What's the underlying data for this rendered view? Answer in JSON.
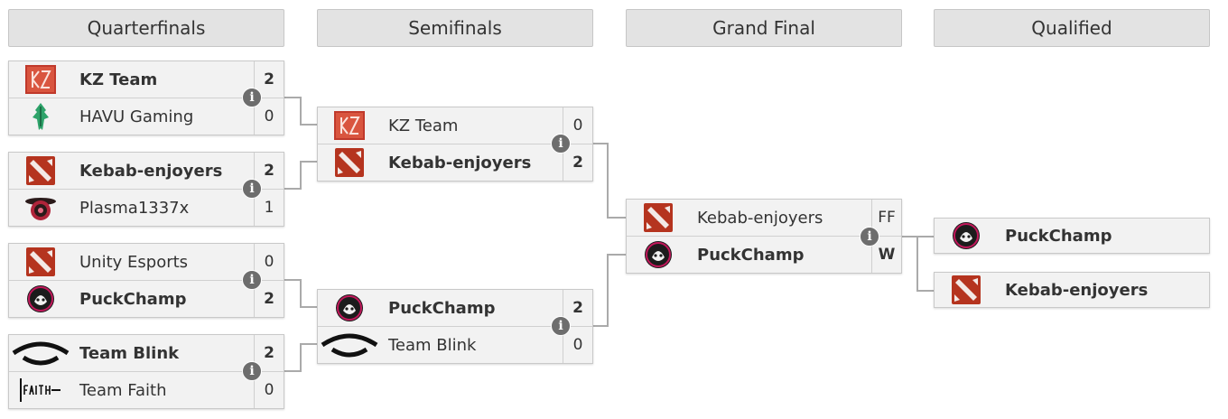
{
  "headers": {
    "quarterfinals": "Quarterfinals",
    "semifinals": "Semifinals",
    "grand_final": "Grand Final",
    "qualified": "Qualified"
  },
  "info_glyph": "i",
  "colors": {
    "header_bg": "#e3e3e3",
    "row_bg": "#f2f2f2",
    "connector": "#aaaaaa",
    "info_icon": "#6d6d6d",
    "dota_red": "#b5341f"
  },
  "quarterfinals": [
    {
      "teams": [
        {
          "name": "KZ Team",
          "score": "2",
          "logo": "kz-logo-icon",
          "winner": true
        },
        {
          "name": "HAVU Gaming",
          "score": "0",
          "logo": "havu-logo-icon",
          "winner": false
        }
      ]
    },
    {
      "teams": [
        {
          "name": "Kebab-enjoyers",
          "score": "2",
          "logo": "dota-logo-icon",
          "winner": true
        },
        {
          "name": "Plasma1337x",
          "score": "1",
          "logo": "plasma-logo-icon",
          "winner": false
        }
      ]
    },
    {
      "teams": [
        {
          "name": "Unity Esports",
          "score": "0",
          "logo": "dota-logo-icon",
          "winner": false
        },
        {
          "name": "PuckChamp",
          "score": "2",
          "logo": "puckchamp-logo-icon",
          "winner": true
        }
      ]
    },
    {
      "teams": [
        {
          "name": "Team Blink",
          "score": "2",
          "logo": "blink-logo-icon",
          "winner": true
        },
        {
          "name": "Team Faith",
          "score": "0",
          "logo": "faith-logo-icon",
          "winner": false
        }
      ]
    }
  ],
  "semifinals": [
    {
      "teams": [
        {
          "name": "KZ Team",
          "score": "0",
          "logo": "kz-logo-icon",
          "winner": false
        },
        {
          "name": "Kebab-enjoyers",
          "score": "2",
          "logo": "dota-logo-icon",
          "winner": true
        }
      ]
    },
    {
      "teams": [
        {
          "name": "PuckChamp",
          "score": "2",
          "logo": "puckchamp-logo-icon",
          "winner": true
        },
        {
          "name": "Team Blink",
          "score": "0",
          "logo": "blink-logo-icon",
          "winner": false
        }
      ]
    }
  ],
  "grand_final": {
    "teams": [
      {
        "name": "Kebab-enjoyers",
        "score": "FF",
        "logo": "dota-logo-icon",
        "winner": false
      },
      {
        "name": "PuckChamp",
        "score": "W",
        "logo": "puckchamp-logo-icon",
        "winner": true
      }
    ]
  },
  "qualified": [
    {
      "name": "PuckChamp",
      "logo": "puckchamp-logo-icon"
    },
    {
      "name": "Kebab-enjoyers",
      "logo": "dota-logo-icon"
    }
  ]
}
